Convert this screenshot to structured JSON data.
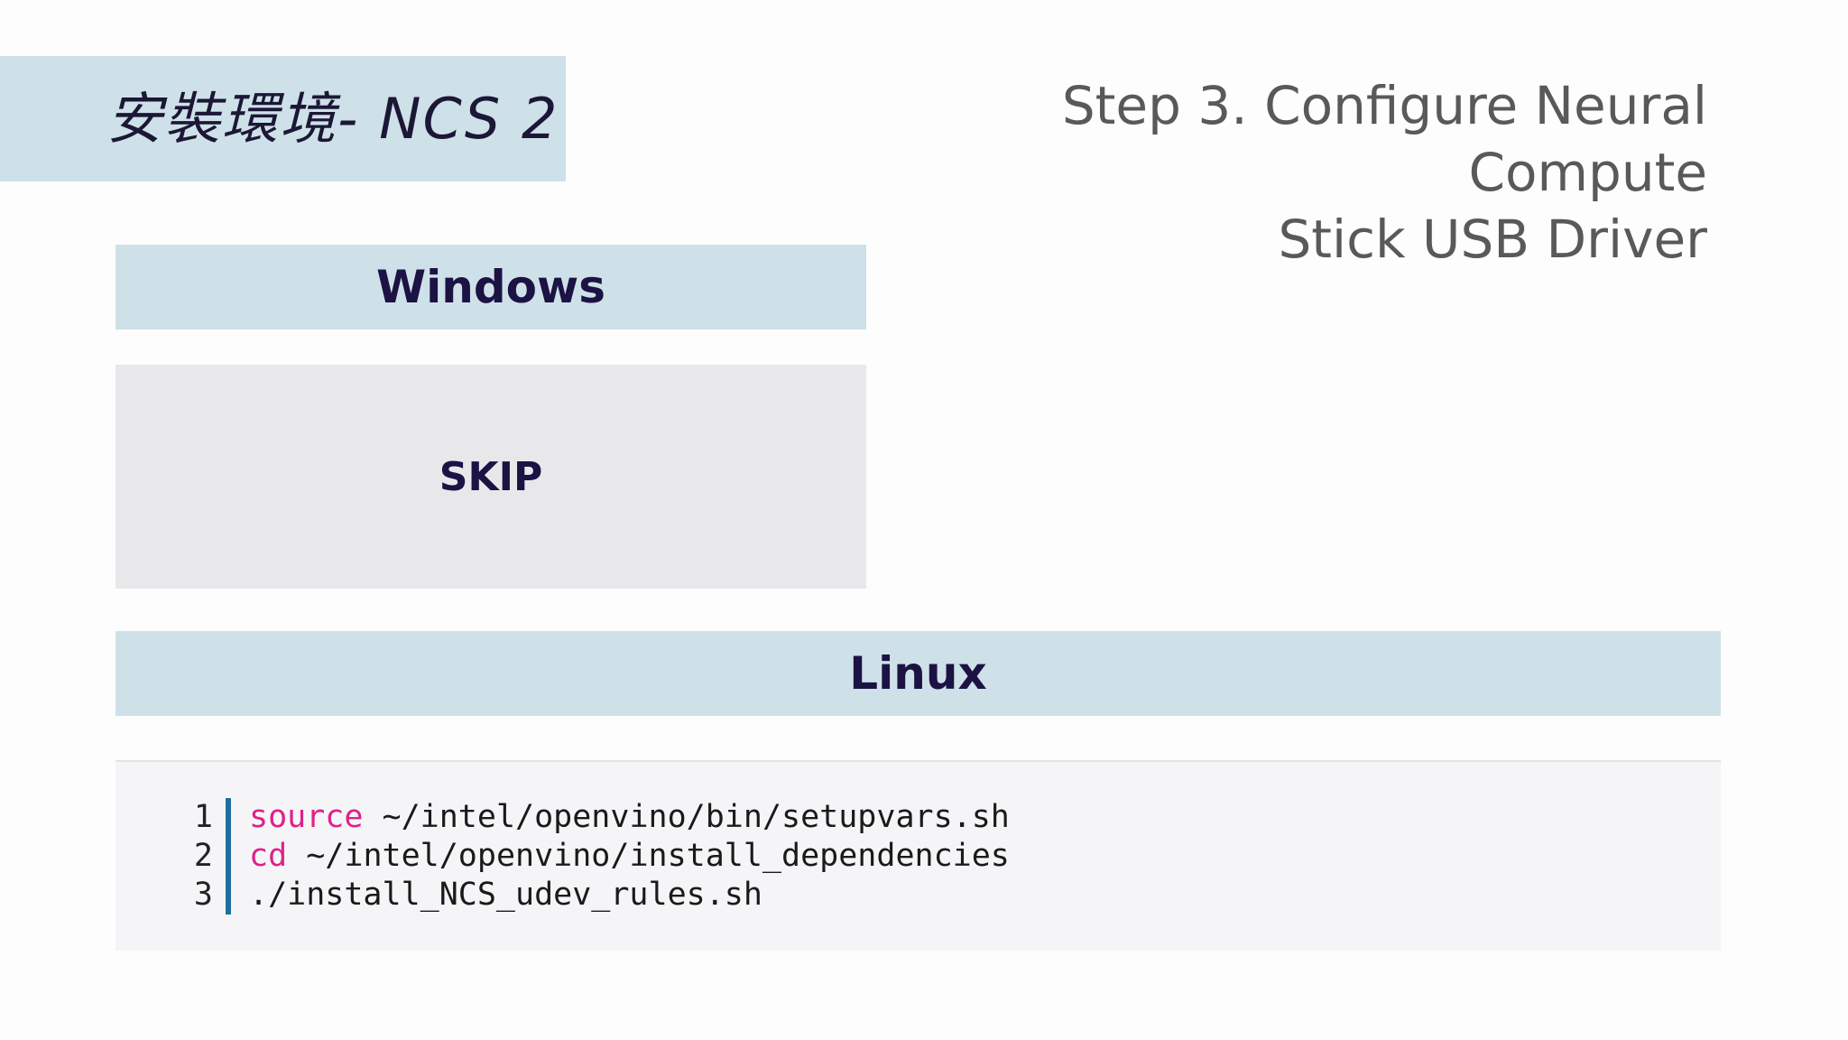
{
  "slide": {
    "title": "安裝環境- NCS 2",
    "step_title_lines": [
      "Step 3. Configure Neural",
      "Compute",
      "Stick USB Driver"
    ]
  },
  "windows": {
    "header": "Windows",
    "content": "SKIP"
  },
  "linux": {
    "header": "Linux",
    "code": [
      {
        "num": "1",
        "keyword": "source",
        "rest": " ~/intel/openvino/bin/setupvars.sh"
      },
      {
        "num": "2",
        "keyword": "cd",
        "rest": " ~/intel/openvino/install_dependencies"
      },
      {
        "num": "3",
        "keyword": "",
        "rest": "./install_NCS_udev_rules.sh"
      }
    ]
  },
  "colors": {
    "header_bg": "#cfe1e8",
    "header_text": "#1c1244",
    "keyword": "#e0208a",
    "gutter_bar": "#1e6e9e"
  }
}
